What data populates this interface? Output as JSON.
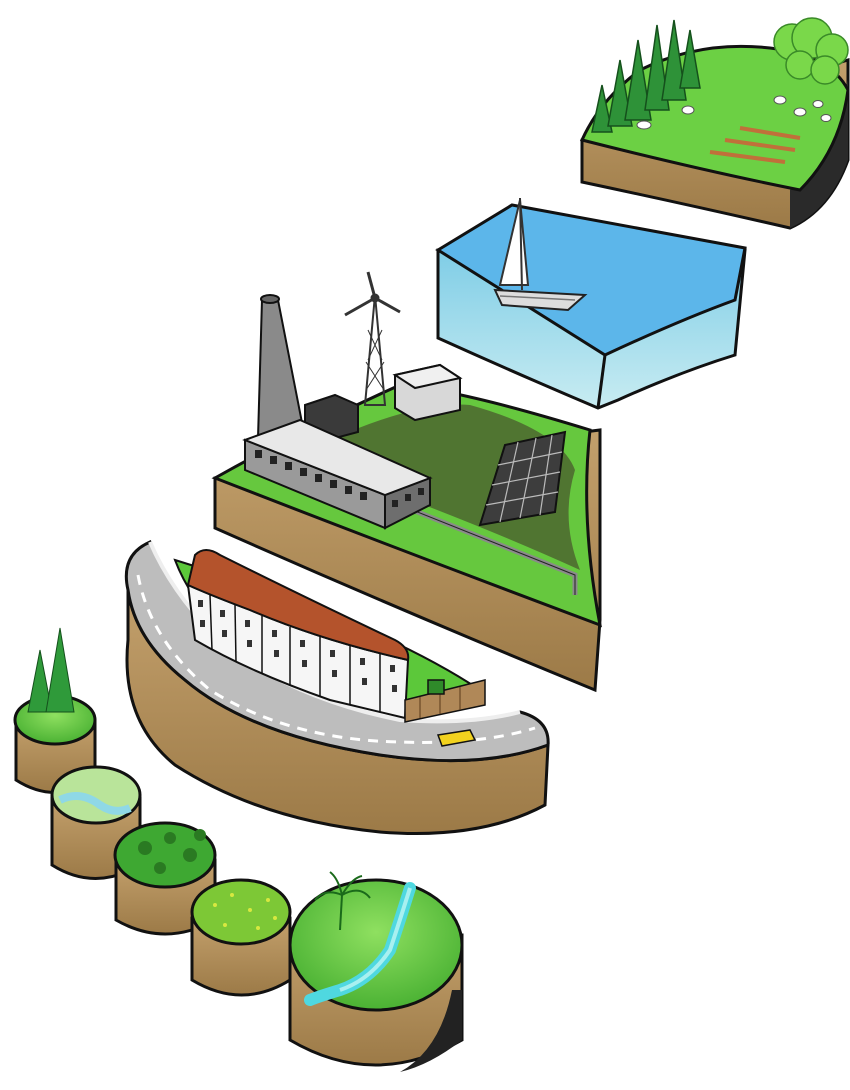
{
  "diagram": {
    "layers": [
      {
        "name": "forest-farmland-block",
        "icon": "tree-icon"
      },
      {
        "name": "water-body-block",
        "icon": "sailboat-icon"
      },
      {
        "name": "industry-energy-block",
        "icon": "factory-icon"
      },
      {
        "name": "urban-street-block",
        "icon": "houses-icon"
      },
      {
        "name": "habitat-cores",
        "icon": "ecosystem-icon"
      }
    ],
    "colors": {
      "grass": "#5cc83a",
      "grass_dark": "#3a9a28",
      "soil": "#b99563",
      "soil_dark": "#8a6a3c",
      "water_top": "#5eb6ea",
      "water_side": "#a9dcec",
      "road": "#b9b9b9",
      "roof": "#b4532c",
      "outline": "#111111",
      "tree": "#2f9a3a"
    }
  }
}
